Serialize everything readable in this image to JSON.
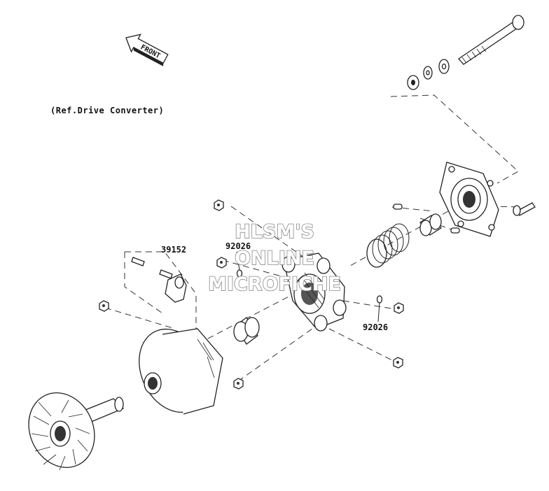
{
  "diagram": {
    "front_label": "FRONT",
    "reference_note": "(Ref.Drive Converter)",
    "part_numbers": {
      "bracket": "39152",
      "pin_upper": "92026",
      "pin_right": "92026"
    },
    "watermark": {
      "line1": "HLSM'S",
      "line2": "ONLINE",
      "line3": "MICROFICHE"
    }
  }
}
